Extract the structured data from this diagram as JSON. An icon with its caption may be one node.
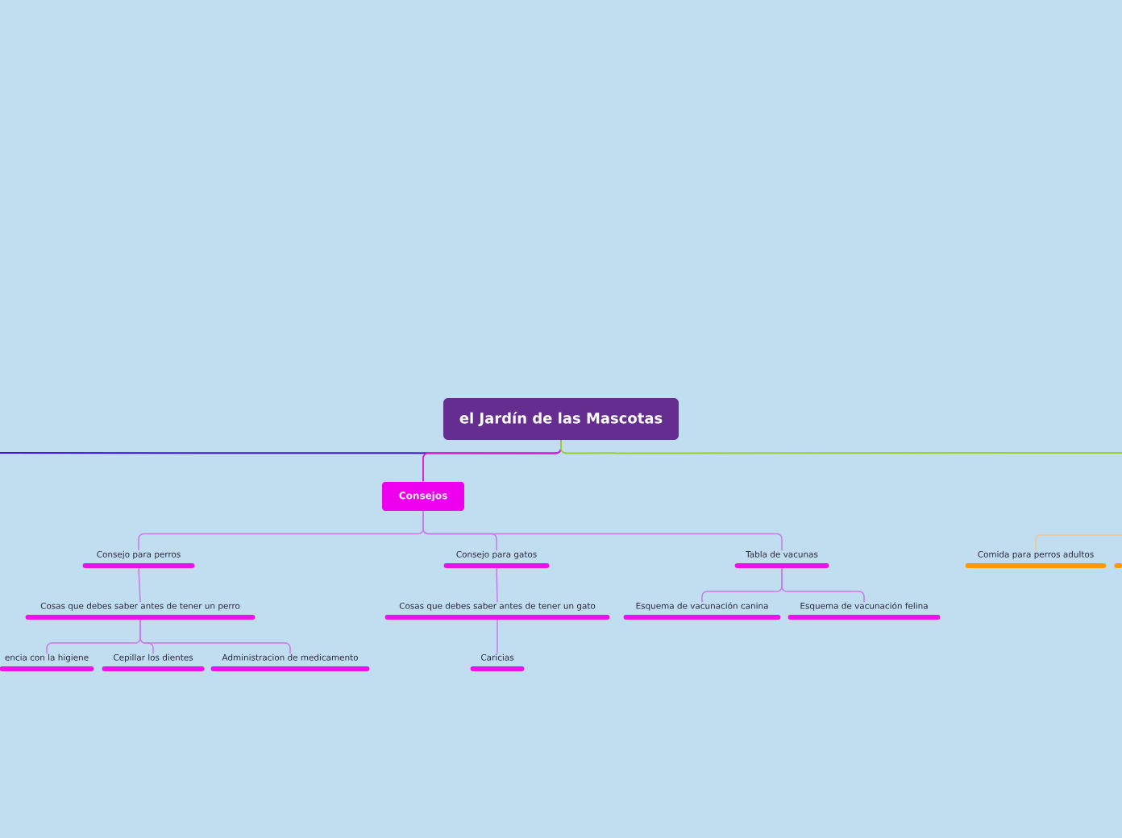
{
  "diagram": {
    "nodes": [
      {
        "text": [
          "el Jardín de las Mascotas"
        ]
      },
      {
        "text": [
          "Consejos"
        ]
      },
      {
        "text": [
          "Consejo para perros"
        ]
      },
      {
        "text": [
          "Consejo para gatos"
        ]
      },
      {
        "text": [
          "Tabla de vacunas"
        ]
      },
      {
        "text": [
          "Cosas que debes saber antes de tener un perro"
        ]
      },
      {
        "text": [
          "encia con la higiene"
        ]
      },
      {
        "text": [
          "Cepillar los dientes"
        ]
      },
      {
        "text": [
          "Administracion de medicamento"
        ]
      },
      {
        "text": [
          "Cosas que debes saber antes de tener un gato"
        ]
      },
      {
        "text": [
          "Caricias"
        ]
      },
      {
        "text": [
          "Esquema de vacunación canina"
        ]
      },
      {
        "text": [
          "Esquema de vacunación felina"
        ]
      },
      {
        "text": [
          "Comida para perros adultos"
        ]
      },
      {
        "text": [],
        "shape": "bar"
      }
    ],
    "edges": [
      {
        "from": 0,
        "to": null,
        "arrow": "none",
        "color": "#3c14e6"
      },
      {
        "from": 0,
        "to": 1,
        "arrow": "none",
        "color": "#dd22dd"
      },
      {
        "from": 0,
        "to": null,
        "arrow": "none",
        "color": "#9acd32"
      },
      {
        "from": 1,
        "to": 2,
        "arrow": "none"
      },
      {
        "from": 1,
        "to": 3,
        "arrow": "none"
      },
      {
        "from": 1,
        "to": 4,
        "arrow": "none"
      },
      {
        "from": 2,
        "to": 5,
        "arrow": "none"
      },
      {
        "from": 5,
        "to": 6,
        "arrow": "none"
      },
      {
        "from": 5,
        "to": 7,
        "arrow": "none"
      },
      {
        "from": 5,
        "to": 8,
        "arrow": "none"
      },
      {
        "from": 3,
        "to": 9,
        "arrow": "none"
      },
      {
        "from": 9,
        "to": 10,
        "arrow": "none"
      },
      {
        "from": 4,
        "to": 11,
        "arrow": "none"
      },
      {
        "from": 4,
        "to": 12,
        "arrow": "none"
      },
      {
        "from": null,
        "to": 13,
        "arrow": "none",
        "color": "#f4c48a"
      }
    ]
  }
}
